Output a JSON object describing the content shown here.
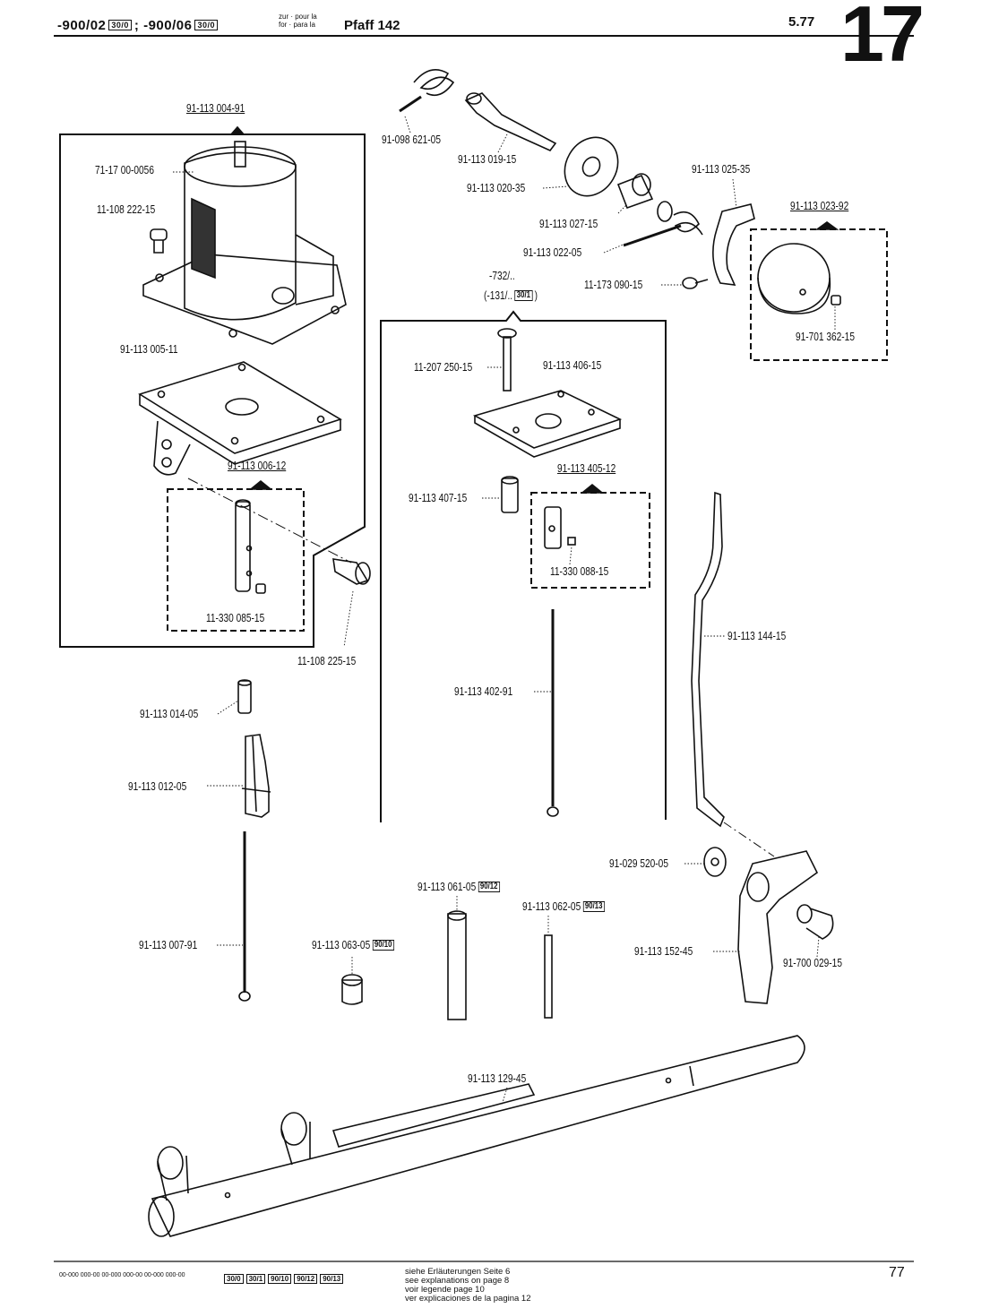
{
  "header": {
    "code1": "-900/02",
    "box1": "30/0",
    "sep": ";",
    "code2": "-900/06",
    "box2": "30/0",
    "zur_line1": "zur · pour la",
    "zur_line2": "for · para la",
    "machine": "Pfaff 142",
    "date": "5.77",
    "group_number": "17"
  },
  "labels": {
    "p1": "91-113 004-91",
    "p2": "71-17 00-0056",
    "p3": "11-108 222-15",
    "p4": "91-113 005-11",
    "p5": "91-113 006-12",
    "p6": "11-330 085-15",
    "p7": "11-108 225-15",
    "p8": "91-113 014-05",
    "p9": "91-113 012-05",
    "p10": "91-113 007-91",
    "p11": "91-098 621-05",
    "p12": "91-113 019-15",
    "p13": "91-113 020-35",
    "p14": "91-113 027-15",
    "p15": "91-113 022-05",
    "p16": "91-113 025-35",
    "p17": "91-113 023-92",
    "p18": "11-173 090-15",
    "p19": "91-701 362-15",
    "p20a": "-732/..",
    "p20b": "(-131/..",
    "p20box": "30/1",
    "p20c": ")",
    "p21": "11-207 250-15",
    "p22": "91-113 406-15",
    "p23": "91-113 405-12",
    "p24": "91-113 407-15",
    "p25": "11-330 088-15",
    "p26": "91-113 402-91",
    "p27": "91-113 144-15",
    "p28": "91-029 520-05",
    "p29": "91-113 152-45",
    "p30": "91-700 029-15",
    "p31": "91-113 061-05",
    "p31box": "90/12",
    "p32": "91-113 062-05",
    "p32box": "90/13",
    "p33": "91-113 063-05",
    "p33box": "90/10",
    "p34": "91-113 129-45"
  },
  "footer": {
    "codes": "00-000 000-00   00-000 000-00   00-000 000-00",
    "boxes": [
      "30/0",
      "30/1",
      "90/10",
      "90/12",
      "90/13"
    ],
    "line1": "siehe Erläuterungen Seite 6",
    "line2": "see explanations on page 8",
    "line3": "voir legende page 10",
    "line4": "ver explicaciones de la pagina 12",
    "page": "77"
  }
}
